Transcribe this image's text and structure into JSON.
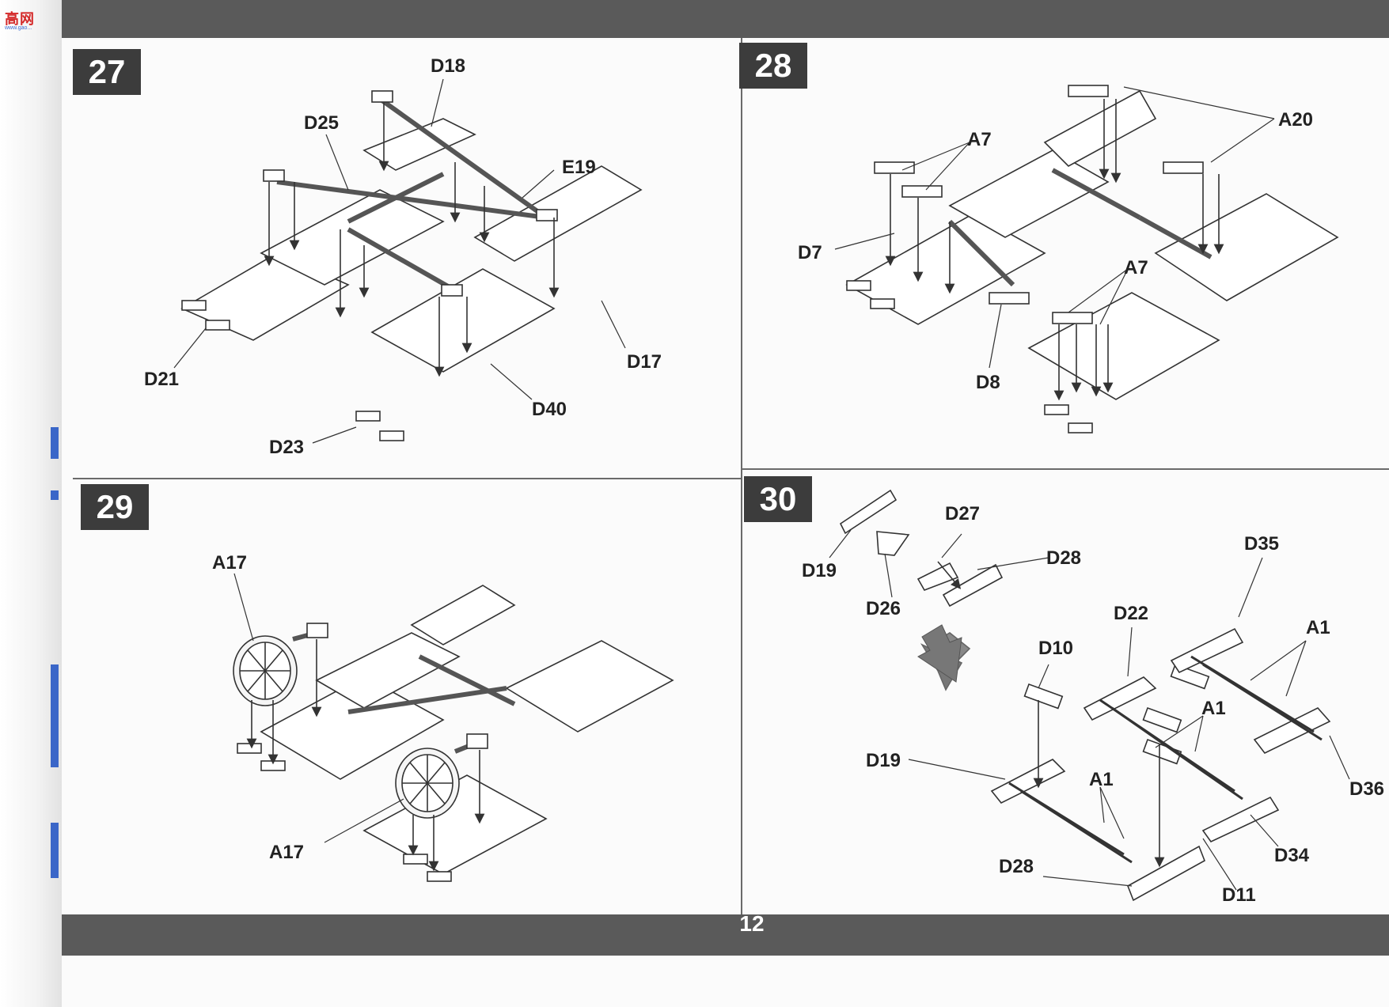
{
  "page": {
    "number": "12"
  },
  "logo": {
    "text": "高网",
    "sub": "www.gao..."
  },
  "steps": [
    {
      "id": "27",
      "labels": [
        "D18",
        "D25",
        "E19",
        "D21",
        "D17",
        "D40",
        "D23"
      ]
    },
    {
      "id": "28",
      "labels": [
        "A20",
        "A7",
        "D7",
        "A7",
        "D8"
      ]
    },
    {
      "id": "29",
      "labels": [
        "A17",
        "A17"
      ]
    },
    {
      "id": "30",
      "labels": [
        "D27",
        "D19",
        "D28",
        "D26",
        "D35",
        "D22",
        "A1",
        "D10",
        "A1",
        "D19",
        "A1",
        "D36",
        "D34",
        "D28",
        "D11"
      ]
    }
  ],
  "colors": {
    "band": "#5a5a5a",
    "badge": "#3c3c3c",
    "line": "#333333",
    "arrow": "#666666"
  }
}
